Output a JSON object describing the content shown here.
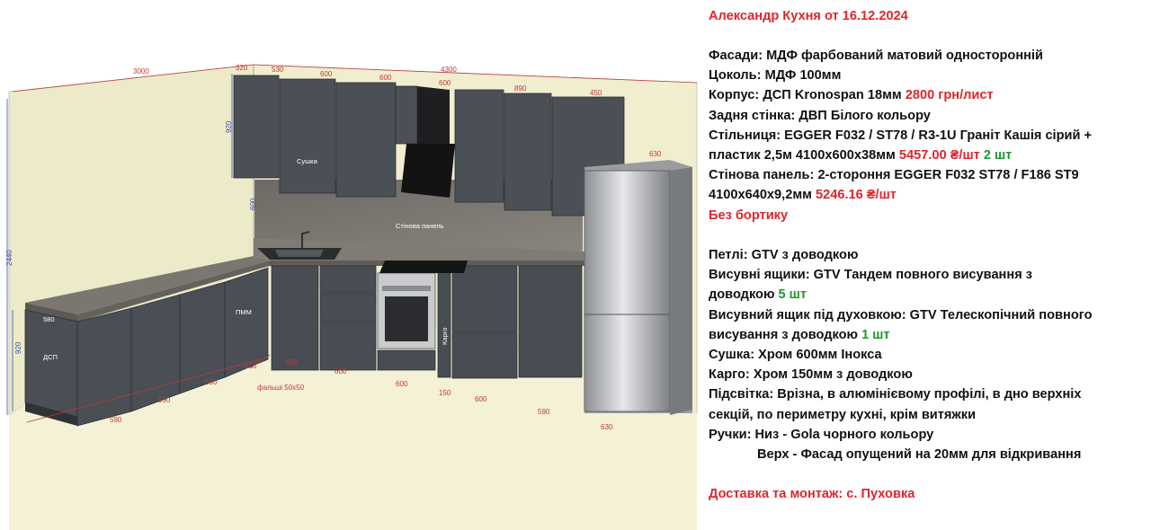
{
  "header": {
    "title": "Александр Кухня от 16.12.2024"
  },
  "drawing": {
    "dims_red": [
      "3000",
      "320",
      "530",
      "4300",
      "600",
      "600",
      "600",
      "890",
      "450",
      "630",
      "630",
      "590",
      "590",
      "590",
      "600",
      "500",
      "600",
      "600",
      "150",
      "600",
      "590"
    ],
    "dims_blue": {
      "height_total": "2440",
      "upper_height": "920",
      "splash_height": "600",
      "lower_height": "920"
    },
    "labels": {
      "dryer": "Сушка",
      "wall_panel": "Стінова панель",
      "dishwasher": "ПММ",
      "side_panel": "ДСП",
      "side_depth": "580",
      "cargo": "Карго",
      "fillers": "фальші 50х50"
    }
  },
  "specs": {
    "facades": "Фасади: МДФ фарбований матовий односторонній",
    "plinth": "Цоколь: МДФ 100мм",
    "body_text": "Корпус: ДСП Kronospan 18мм ",
    "body_price": "2800 грн/лист",
    "back": "Задня стінка: ДВП Білого кольору",
    "worktop_1": "Стільниця: EGGER F032 / ST78 / R3-1U Граніт Кашія сірий +",
    "worktop_2": "пластик 2,5м 4100х600х38мм ",
    "worktop_price": "5457.00 ₴/шт",
    "worktop_qty": " 2 шт",
    "panel_1": "Стінова панель: 2-стороння EGGER F032 ST78 / F186 ST9",
    "panel_2": "4100х640х9,2мм ",
    "panel_price": "5246.16 ₴/шт",
    "no_edge": "Без бортику",
    "hinges": "Петлі: GTV з доводкою",
    "drawers_1": "Висувні ящики: GTV Тандем повного висування з",
    "drawers_2": "доводкою ",
    "drawers_qty": "5 шт",
    "oven_drawer_1": "Висувний ящик під духовкою: GTV Телескопічний повного",
    "oven_drawer_2": "висування з доводкою ",
    "oven_drawer_qty": "1 шт",
    "dryer": "Сушка: Хром 600мм Інокса",
    "cargo": "Карго: Хром 150мм з доводкою",
    "light_1": "Підсвітка: Врізна, в алюмінієвому профілі, в дно верхніх",
    "light_2": "секцій, по периметру кухні, крім витяжки",
    "handles_1": "Ручки: Низ - Gola чорного кольору",
    "handles_2": "Верх - Фасад опущений на 20мм для відкривання",
    "delivery": "Доставка та монтаж: с. Пуховка"
  },
  "colors": {
    "accent_red": "#e0252b",
    "accent_green": "#1a9a2c",
    "cabinet": "#4a4e55",
    "wall": "#efeccd",
    "floor": "#f3f0d3"
  }
}
